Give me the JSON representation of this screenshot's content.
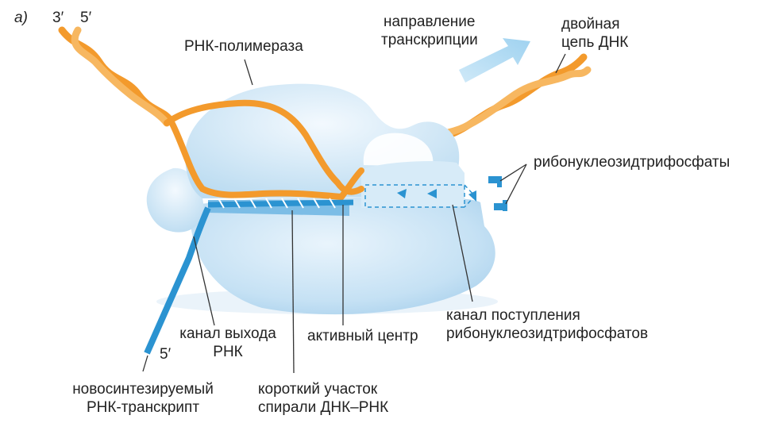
{
  "panel_label": "а)",
  "ends": {
    "top_3": "3′",
    "top_5": "5′",
    "rna_5": "5′"
  },
  "labels": {
    "polymerase": "РНК-полимераза",
    "direction_1": "направление",
    "direction_2": "транскрипции",
    "dna_1": "двойная",
    "dna_2": "цепь ДНК",
    "ntp": "рибонуклеозидтрифосфаты",
    "exit_1": "канал выхода",
    "exit_2": "РНК",
    "active": "активный центр",
    "entry_1": "канал поступления",
    "entry_2": "рибонуклеозидтрифосфатов",
    "transcript_1": "новосинтезируемый",
    "transcript_2": "РНК-транскрипт",
    "hybrid_1": "короткий участок",
    "hybrid_2": "спирали ДНК–РНК"
  },
  "colors": {
    "dna": "#f39a2c",
    "rna": "#2b93d1",
    "enzyme": "#cfe6f6",
    "arrow": "#a9d6f0"
  }
}
